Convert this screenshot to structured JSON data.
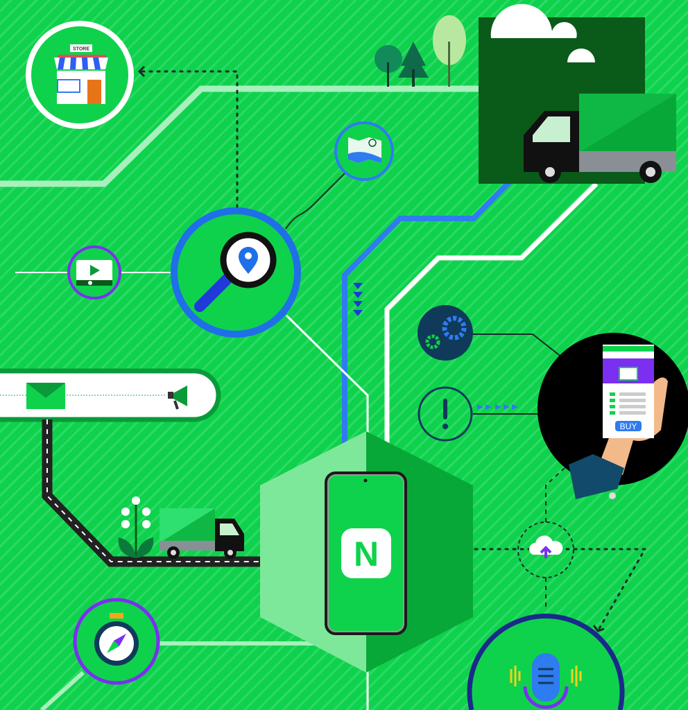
{
  "store": {
    "sign": "STORE"
  },
  "shop_phone": {
    "buy_label": "BUY"
  },
  "app_phone": {
    "logo_letter": "N"
  },
  "colors": {
    "background": "#0fd24c",
    "dark_green": "#0a5a1a",
    "blue": "#2f7bf0",
    "purple": "#7b2ff0",
    "navy": "#0f3a5a"
  }
}
